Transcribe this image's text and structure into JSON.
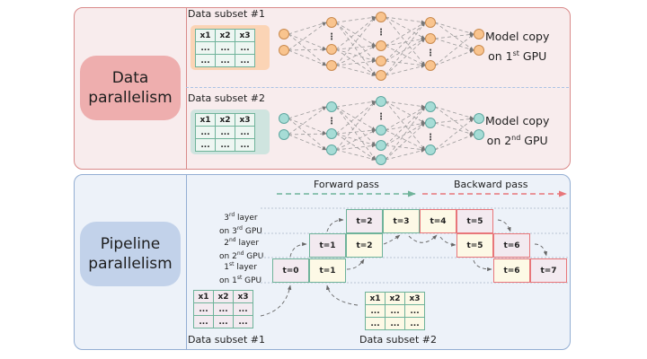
{
  "data_parallelism": {
    "title_line1": "Data",
    "title_line2": "parallelism",
    "subsets": [
      {
        "label": "Data subset #1",
        "color": "orange",
        "table": {
          "headers": [
            "x1",
            "x2",
            "x3"
          ],
          "rows": [
            [
              "...",
              "...",
              "..."
            ],
            [
              "...",
              "...",
              "..."
            ]
          ]
        },
        "model_label_line1": "Model copy",
        "model_label_line2_prefix": "on 1",
        "model_label_sup": "st",
        "model_label_suffix": " GPU"
      },
      {
        "label": "Data subset #2",
        "color": "teal",
        "table": {
          "headers": [
            "x1",
            "x2",
            "x3"
          ],
          "rows": [
            [
              "...",
              "...",
              "..."
            ],
            [
              "...",
              "...",
              "..."
            ]
          ]
        },
        "model_label_line1": "Model copy",
        "model_label_line2_prefix": "on 2",
        "model_label_sup": "nd",
        "model_label_suffix": " GPU"
      }
    ],
    "network_layers": [
      2,
      3,
      4,
      3,
      2
    ],
    "ellipsis": "⋮"
  },
  "pipeline_parallelism": {
    "title_line1": "Pipeline",
    "title_line2": "parallelism",
    "forward_label": "Forward pass",
    "backward_label": "Backward pass",
    "layers": [
      {
        "n": "3",
        "sup": "rd",
        "word": " layer",
        "gpu_prefix": "on 3",
        "gpu_sup": "rd",
        "gpu_suffix": " GPU"
      },
      {
        "n": "2",
        "sup": "nd",
        "word": " layer",
        "gpu_prefix": "on 2",
        "gpu_sup": "nd",
        "gpu_suffix": " GPU"
      },
      {
        "n": "1",
        "sup": "st",
        "word": " layer",
        "gpu_prefix": "on 1",
        "gpu_sup": "st",
        "gpu_suffix": " GPU"
      }
    ],
    "cells": [
      {
        "label": "t=0",
        "layer": 1,
        "col": 0,
        "pass": "forward",
        "batch": 1
      },
      {
        "label": "t=1",
        "layer": 1,
        "col": 1,
        "pass": "forward",
        "batch": 2
      },
      {
        "label": "t=1",
        "layer": 2,
        "col": 1,
        "pass": "forward",
        "batch": 1
      },
      {
        "label": "t=2",
        "layer": 2,
        "col": 2,
        "pass": "forward",
        "batch": 2
      },
      {
        "label": "t=2",
        "layer": 3,
        "col": 2,
        "pass": "forward",
        "batch": 1
      },
      {
        "label": "t=3",
        "layer": 3,
        "col": 3,
        "pass": "forward",
        "batch": 2
      },
      {
        "label": "t=4",
        "layer": 3,
        "col": 4,
        "pass": "backward",
        "batch": 2
      },
      {
        "label": "t=5",
        "layer": 3,
        "col": 5,
        "pass": "backward",
        "batch": 1
      },
      {
        "label": "t=5",
        "layer": 2,
        "col": 5,
        "pass": "backward",
        "batch": 2
      },
      {
        "label": "t=6",
        "layer": 2,
        "col": 6,
        "pass": "backward",
        "batch": 1
      },
      {
        "label": "t=6",
        "layer": 1,
        "col": 6,
        "pass": "backward",
        "batch": 2
      },
      {
        "label": "t=7",
        "layer": 1,
        "col": 7,
        "pass": "backward",
        "batch": 1
      }
    ],
    "subsets": [
      {
        "label": "Data subset #1",
        "table": {
          "headers": [
            "x1",
            "x2",
            "x3"
          ],
          "rows": [
            [
              "...",
              "...",
              "..."
            ],
            [
              "...",
              "...",
              "..."
            ]
          ]
        }
      },
      {
        "label": "Data subset #2",
        "table": {
          "headers": [
            "x1",
            "x2",
            "x3"
          ],
          "rows": [
            [
              "...",
              "...",
              "..."
            ],
            [
              "...",
              "...",
              "..."
            ]
          ]
        }
      }
    ]
  },
  "colors": {
    "data_panel_bg": "#f8eced",
    "data_panel_border": "#d98a8a",
    "data_pill": "#eeaeae",
    "pipeline_panel_bg": "#edf2f9",
    "pipeline_panel_border": "#93aed3",
    "pipeline_pill": "#c2d2ea",
    "orange_node": "#f9c48e",
    "teal_node": "#a6dcd6",
    "forward": "#6fb39a",
    "backward": "#e8767a",
    "batch1_fill": "#f3eaf0",
    "batch2_fill": "#fdf9e6"
  }
}
